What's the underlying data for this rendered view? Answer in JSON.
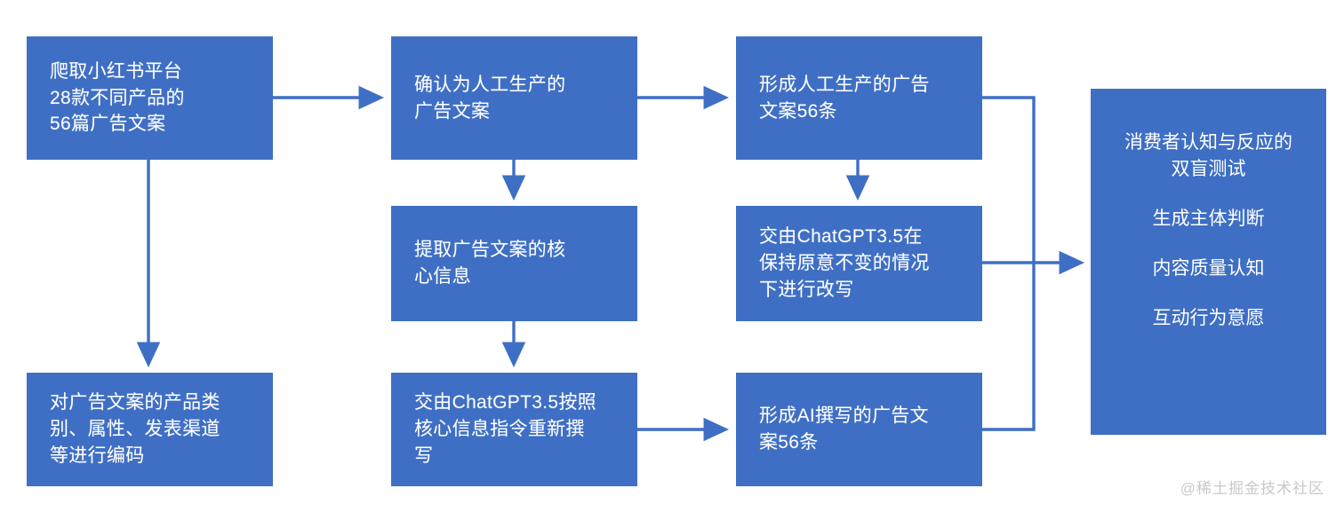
{
  "diagram": {
    "accent_color": "#3f6fc4",
    "text_color": "#ffffff",
    "background_color": "#ffffff",
    "nodes": [
      {
        "id": "crawl-source",
        "text": "爬取小红书平台\n28款不同产品的\n56篇广告文案"
      },
      {
        "id": "confirm-human",
        "text": "确认为人工生产的\n广告文案"
      },
      {
        "id": "human-copy-56",
        "text": "形成人工生产的广告\n文案56条"
      },
      {
        "id": "encode-attributes",
        "text": "对广告文案的产品类\n别、属性、发表渠道\n等进行编码"
      },
      {
        "id": "extract-core-info",
        "text": "提取广告文案的核\n心信息"
      },
      {
        "id": "chatgpt-rewrite",
        "text": "交由ChatGPT3.5在\n保持原意不变的情况\n下进行改写"
      },
      {
        "id": "chatgpt-regenerate",
        "text": "交由ChatGPT3.5按照\n核心信息指令重新撰\n写"
      },
      {
        "id": "ai-copy-56",
        "text": "形成AI撰写的广告文\n案56条"
      }
    ],
    "final": {
      "title": "消费者认知与反应的\n双盲测试",
      "items": [
        "生成主体判断",
        "内容质量认知",
        "互动行为意愿"
      ]
    },
    "watermark": "@稀土掘金技术社区"
  }
}
